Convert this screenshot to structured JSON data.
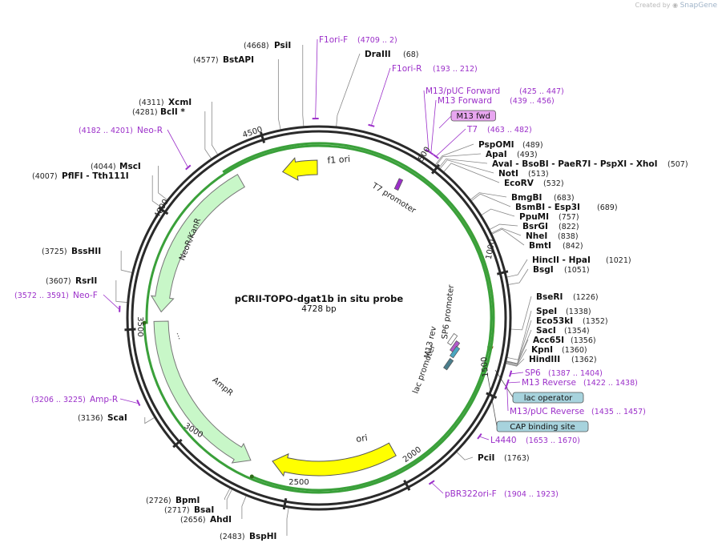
{
  "credit": {
    "created_by": "Created by",
    "brand": "SnapGene"
  },
  "plasmid": {
    "name": "pCRII-TOPO-dgat1b in situ probe",
    "length_label": "4728 bp",
    "length": 4728
  },
  "colors": {
    "backbone": "#2a2a2a",
    "primer": "#9b2fc9",
    "enzyme_text": "#111111",
    "coord_text": "#222222",
    "f1ori": "#ffff00",
    "ori": "#ffff00",
    "resistance": "#c8f7c8",
    "orange_feature": "#f5a623",
    "highlight_green": "#3aa03a",
    "fwd_tag": "#e8a6f0",
    "op_box": "#a7d3dd"
  },
  "ticks": [
    "500",
    "1000",
    "1500",
    "2000",
    "2500",
    "3000",
    "3500",
    "4000",
    "4500"
  ],
  "enzymes": [
    {
      "name": "PsiI",
      "coord": "(4668)"
    },
    {
      "name": "BstAPI",
      "coord": "(4577)"
    },
    {
      "name": "XcmI",
      "coord": "(4311)"
    },
    {
      "name": "BclI *",
      "coord": "(4281)"
    },
    {
      "name": "MscI",
      "coord": "(4044)"
    },
    {
      "name": "PflFI  -  Tth111I",
      "coord": "(4007)"
    },
    {
      "name": "BssHII",
      "coord": "(3725)"
    },
    {
      "name": "RsrII",
      "coord": "(3607)"
    },
    {
      "name": "ScaI",
      "coord": "(3136)"
    },
    {
      "name": "BpmI",
      "coord": "(2726)"
    },
    {
      "name": "BsaI",
      "coord": "(2717)"
    },
    {
      "name": "AhdI",
      "coord": "(2656)"
    },
    {
      "name": "BspHI",
      "coord": "(2483)"
    },
    {
      "name": "DraIII",
      "coord": "(68)"
    },
    {
      "name": "PspOMI",
      "coord": "(489)"
    },
    {
      "name": "ApaI",
      "coord": "(493)"
    },
    {
      "name": "AvaI  -  BsoBI  -  PaeR7I  -  PspXI  -  XhoI",
      "coord": "(507)"
    },
    {
      "name": "NotI",
      "coord": "(513)"
    },
    {
      "name": "EcoRV",
      "coord": "(532)"
    },
    {
      "name": "BmgBI",
      "coord": "(683)"
    },
    {
      "name": "BsmBI  -  Esp3I",
      "coord": "(689)"
    },
    {
      "name": "PpuMI",
      "coord": "(757)"
    },
    {
      "name": "BsrGI",
      "coord": "(822)"
    },
    {
      "name": "NheI",
      "coord": "(838)"
    },
    {
      "name": "BmtI",
      "coord": "(842)"
    },
    {
      "name": "HincII  -  HpaI",
      "coord": "(1021)"
    },
    {
      "name": "BsgI",
      "coord": "(1051)"
    },
    {
      "name": "BseRI",
      "coord": "(1226)"
    },
    {
      "name": "SpeI",
      "coord": "(1338)"
    },
    {
      "name": "Eco53kI",
      "coord": "(1352)"
    },
    {
      "name": "SacI",
      "coord": "(1354)"
    },
    {
      "name": "Acc65I",
      "coord": "(1356)"
    },
    {
      "name": "KpnI",
      "coord": "(1360)"
    },
    {
      "name": "HindIII",
      "coord": "(1362)"
    },
    {
      "name": "PciI",
      "coord": "(1763)"
    }
  ],
  "primers": [
    {
      "name": "F1ori-F",
      "range": "(4709 .. 2)"
    },
    {
      "name": "F1ori-R",
      "range": "(193 .. 212)"
    },
    {
      "name": "M13/pUC Forward",
      "range": "(425 .. 447)"
    },
    {
      "name": "M13 Forward",
      "range": "(439 .. 456)"
    },
    {
      "name": "T7",
      "range": "(463 .. 482)"
    },
    {
      "name": "Neo-R",
      "range": "(4182 .. 4201)"
    },
    {
      "name": "Neo-F",
      "range": "(3572 .. 3591)"
    },
    {
      "name": "Amp-R",
      "range": "(3206 .. 3225)"
    },
    {
      "name": "SP6",
      "range": "(1387 .. 1404)"
    },
    {
      "name": "M13 Reverse",
      "range": "(1422 .. 1438)"
    },
    {
      "name": "M13/pUC Reverse",
      "range": "(1435 .. 1457)"
    },
    {
      "name": "L4440",
      "range": "(1653 .. 1670)"
    },
    {
      "name": "pBR322ori-F",
      "range": "(1904 .. 1923)"
    }
  ],
  "boxed_features": [
    "M13 fwd",
    "lac operator",
    "CAP binding site"
  ],
  "features": [
    "f1 ori",
    "T7 promoter",
    "NeoR/KanR",
    "AmpR",
    "ori",
    "SP6 promoter",
    "M13 rev",
    "lac promoter"
  ],
  "dots": "..."
}
